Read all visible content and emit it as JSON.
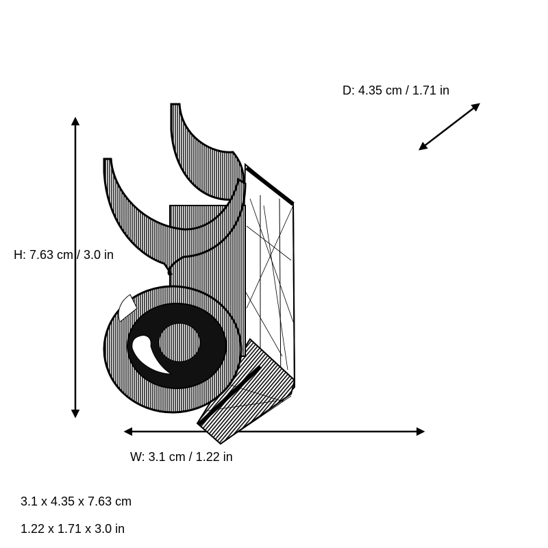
{
  "dimensions": {
    "depth_label": "D: 4.35 cm / 1.71 in",
    "height_label": "H: 7.63 cm / 3.0 in",
    "width_label": "W: 3.1 cm / 1.22 in",
    "summary_cm": "3.1 x 4.35 x 7.63 cm",
    "summary_in": "1.22 x 1.71 x 3.0 in"
  },
  "colors": {
    "background": "#ffffff",
    "ink": "#000000"
  }
}
